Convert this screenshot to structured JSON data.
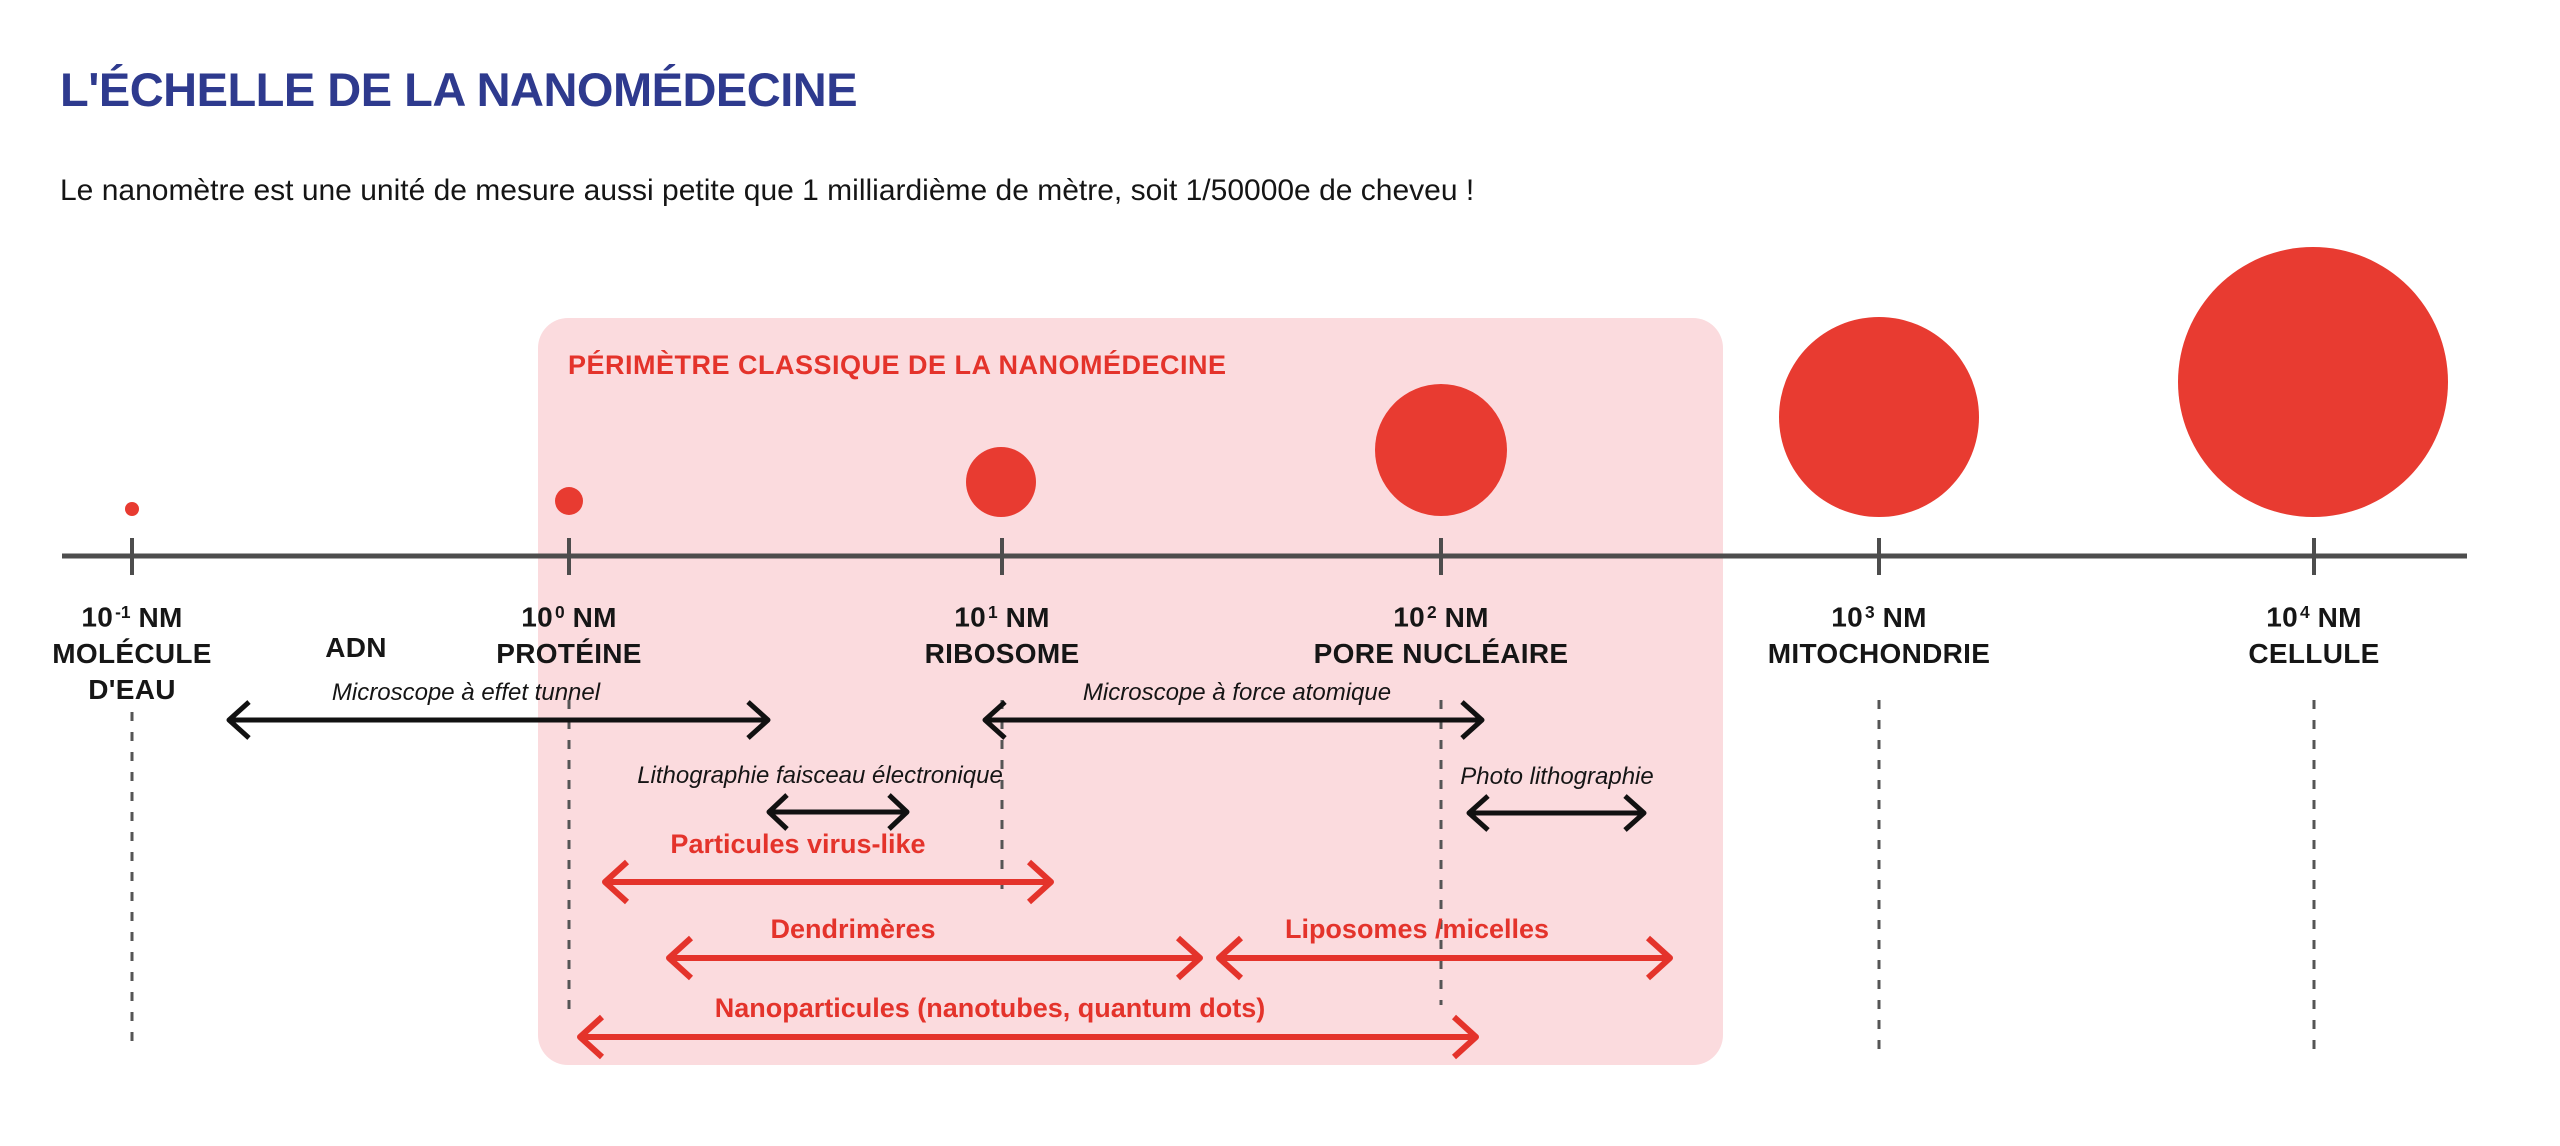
{
  "page": {
    "title": "L'ÉCHELLE DE LA NANOMÉDECINE",
    "subtitle": "Le nanomètre est une unité de mesure aussi petite que 1 milliardième de mètre, soit 1/50000e de cheveu !"
  },
  "perimeter_box": {
    "label": "PÉRIMÈTRE CLASSIQUE DE LA NANOMÉDECINE"
  },
  "colors": {
    "title_navy": "#2e3a8e",
    "accent_red": "#e4332b",
    "circle_red": "#e83b31",
    "pink_box": "#fbdbde",
    "axis_gray": "#4d4d4d",
    "text_black": "#161616"
  },
  "axis": {
    "between_label": "ADN",
    "ticks": [
      {
        "base": "10",
        "exp": "-1",
        "unit": "NM",
        "name": "MOLÉCULE",
        "name3": "D'EAU"
      },
      {
        "base": "10",
        "exp": "0",
        "unit": "NM",
        "name": "PROTÉINE",
        "name3": ""
      },
      {
        "base": "10",
        "exp": "1",
        "unit": "NM",
        "name": "RIBOSOME",
        "name3": ""
      },
      {
        "base": "10",
        "exp": "2",
        "unit": "NM",
        "name": "PORE NUCLÉAIRE",
        "name3": ""
      },
      {
        "base": "10",
        "exp": "3",
        "unit": "NM",
        "name": "MITOCHONDRIE",
        "name3": ""
      },
      {
        "base": "10",
        "exp": "4",
        "unit": "NM",
        "name": "CELLULE",
        "name3": ""
      }
    ]
  },
  "instruments": [
    {
      "label": "Microscope à effet tunnel"
    },
    {
      "label": "Microscope à force atomique"
    },
    {
      "label": "Lithographie faisceau électronique"
    },
    {
      "label": "Photo lithographie"
    }
  ],
  "nano_objects": [
    {
      "label": "Particules virus-like"
    },
    {
      "label": "Dendrimères"
    },
    {
      "label": "Liposomes /micelles"
    },
    {
      "label": "Nanoparticules (nanotubes, quantum dots)"
    }
  ]
}
